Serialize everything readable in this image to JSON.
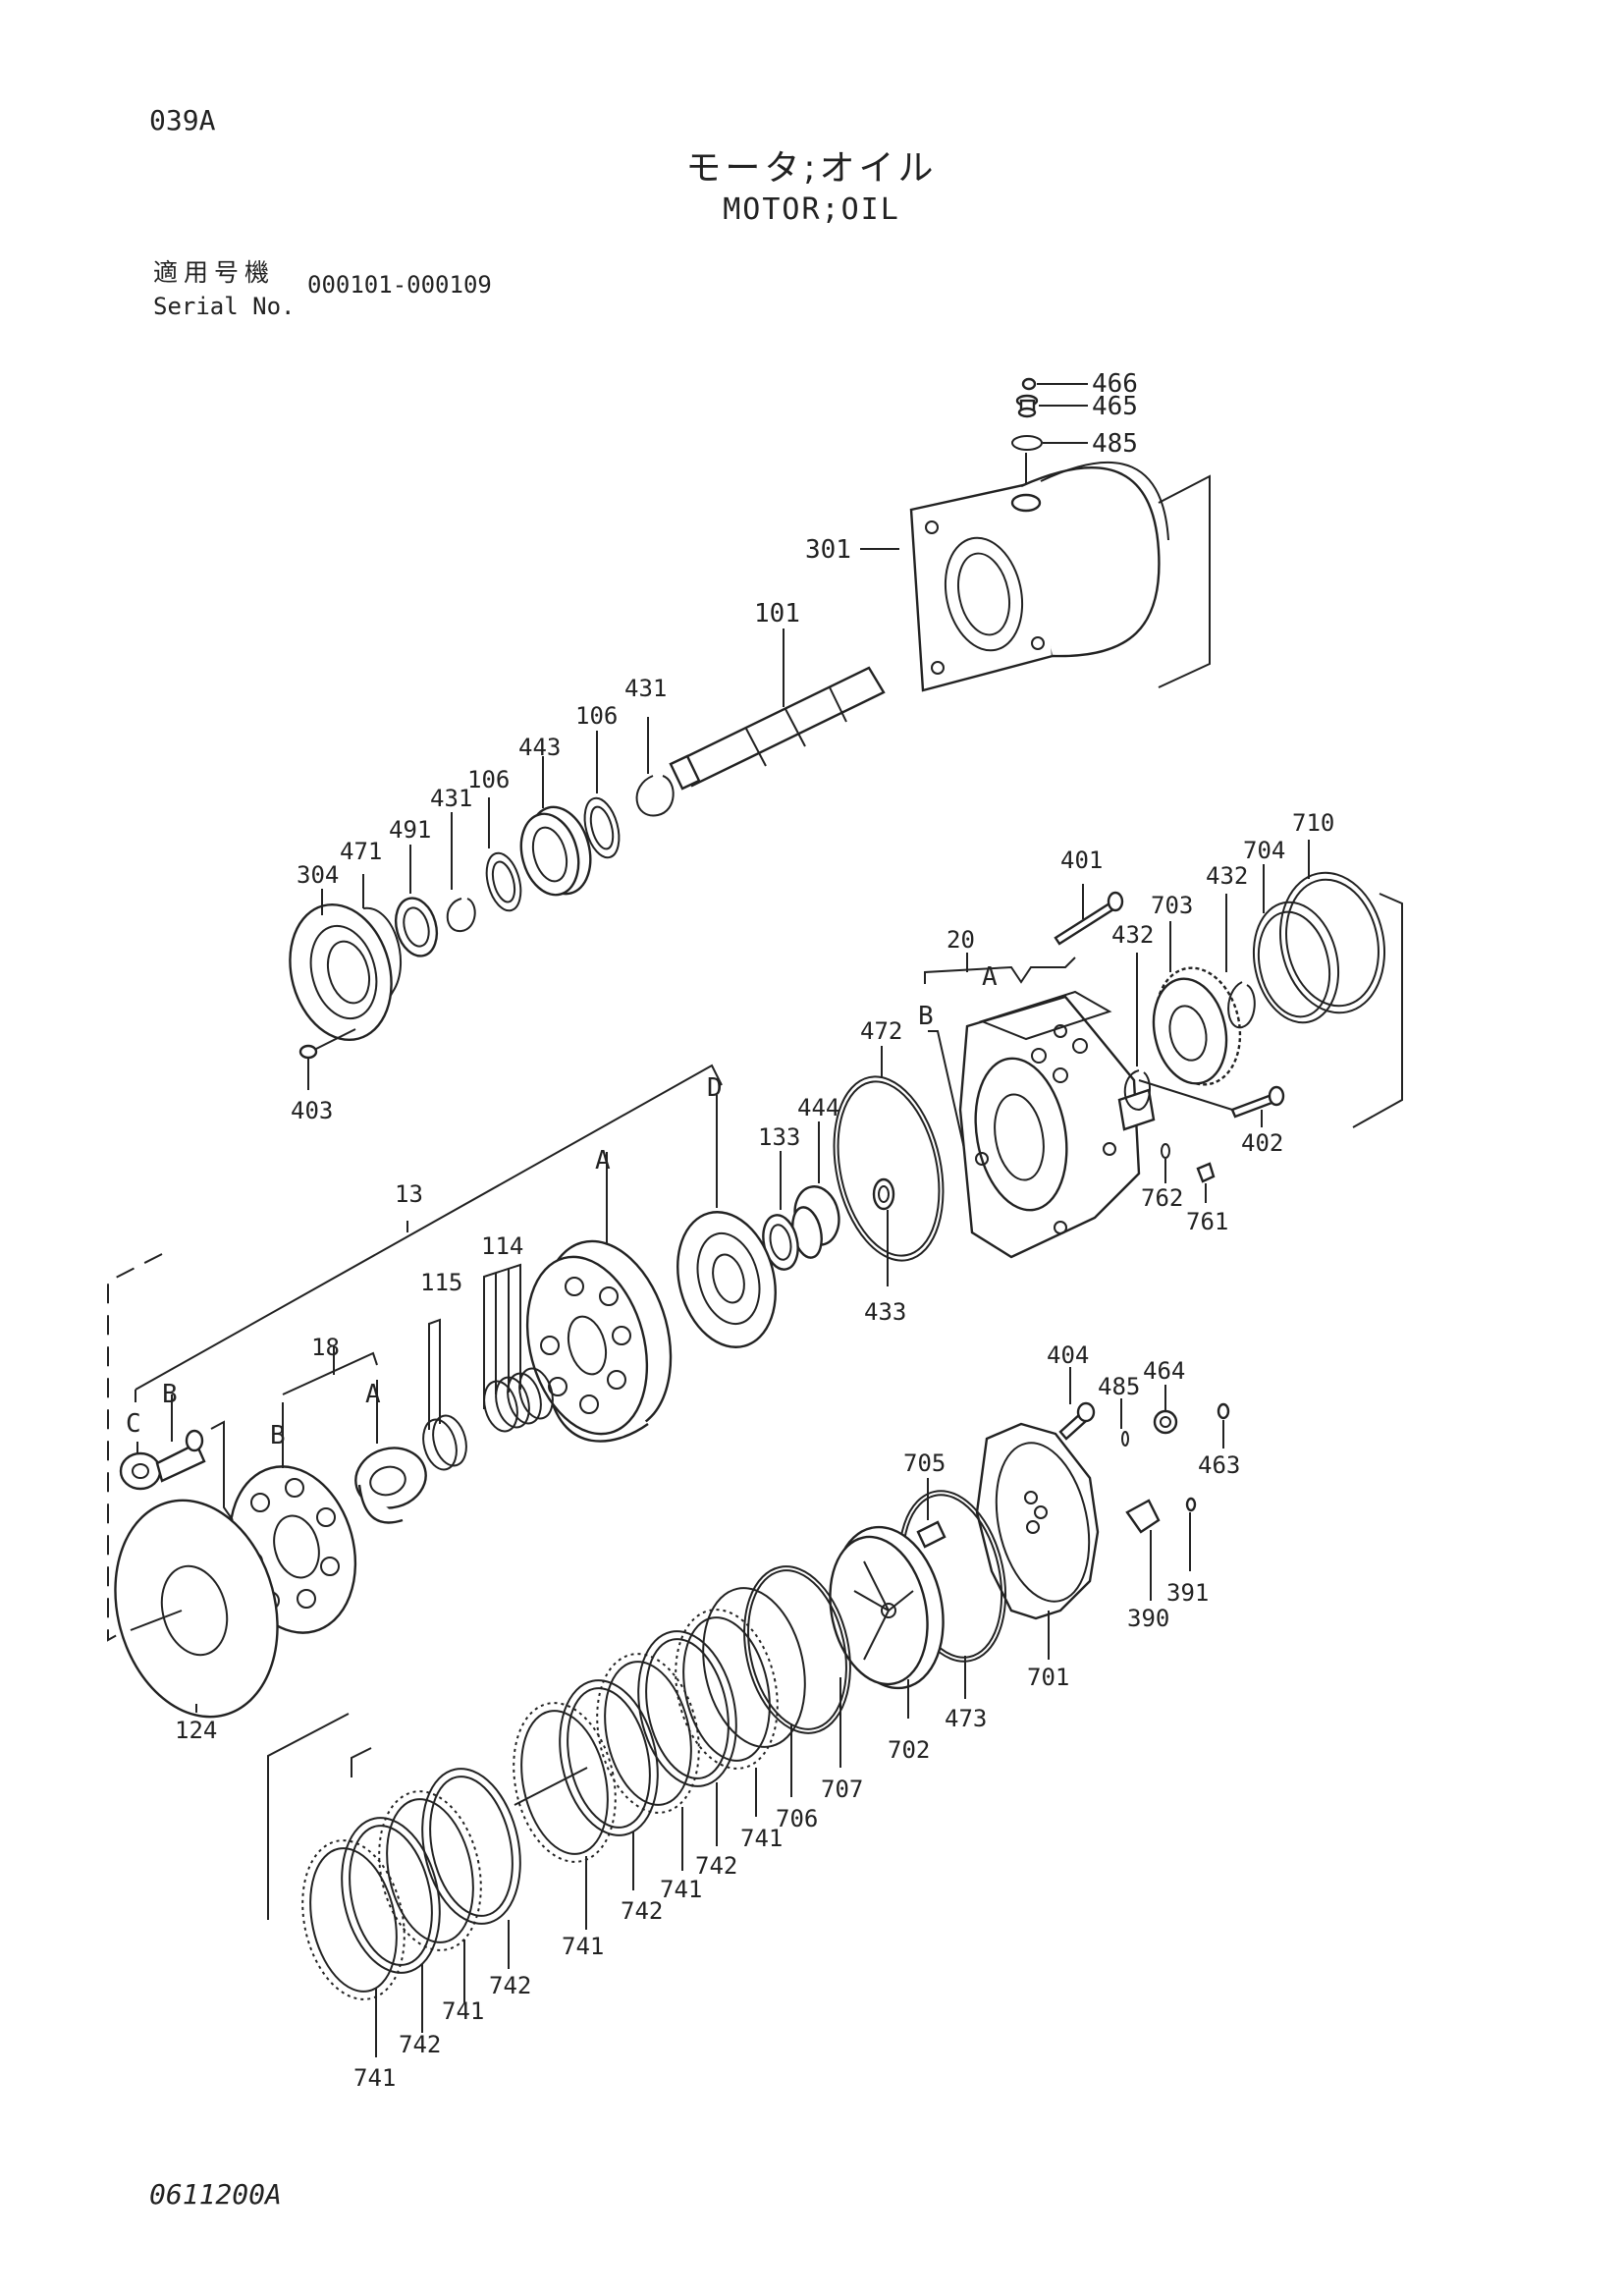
{
  "header": {
    "page_code": "039A",
    "title_ja": "モータ;オイル",
    "title_en": "MOTOR;OIL",
    "serial_label_ja": "適用号機",
    "serial_label_en": "Serial No.",
    "serial_range": "000101-000109"
  },
  "footer": {
    "drawing_code": "0611200A"
  },
  "callouts": {
    "p466": "466",
    "p465": "465",
    "p485a": "485",
    "p301": "301",
    "p101": "101",
    "p431a": "431",
    "p106a": "106",
    "p443": "443",
    "p106b": "106",
    "p431b": "431",
    "p491": "491",
    "p471": "471",
    "p304": "304",
    "p403": "403",
    "p401": "401",
    "p20": "20",
    "grpA1": "A",
    "grpB1": "B",
    "p432a": "432",
    "p703": "703",
    "p432b": "432",
    "p704": "704",
    "p710": "710",
    "p402": "402",
    "p762": "762",
    "p761": "761",
    "p472": "472",
    "p444": "444",
    "p133": "133",
    "p433": "433",
    "grpD": "D",
    "p13": "13",
    "grpA2": "A",
    "p114": "114",
    "p115": "115",
    "p18": "18",
    "grpA3": "A",
    "grpB2": "B",
    "grpB3": "B",
    "grpC": "C",
    "p124": "124",
    "p404": "404",
    "p485b": "485",
    "p464": "464",
    "p463": "463",
    "p705": "705",
    "p701": "701",
    "p391": "391",
    "p390": "390",
    "p473": "473",
    "p702": "702",
    "p707": "707",
    "p706": "706",
    "p741a": "741",
    "p742a": "742",
    "p741b": "741",
    "p742b": "742",
    "p741c": "741",
    "p742c": "742",
    "p741d": "741",
    "p742d": "742",
    "p741e": "741"
  }
}
